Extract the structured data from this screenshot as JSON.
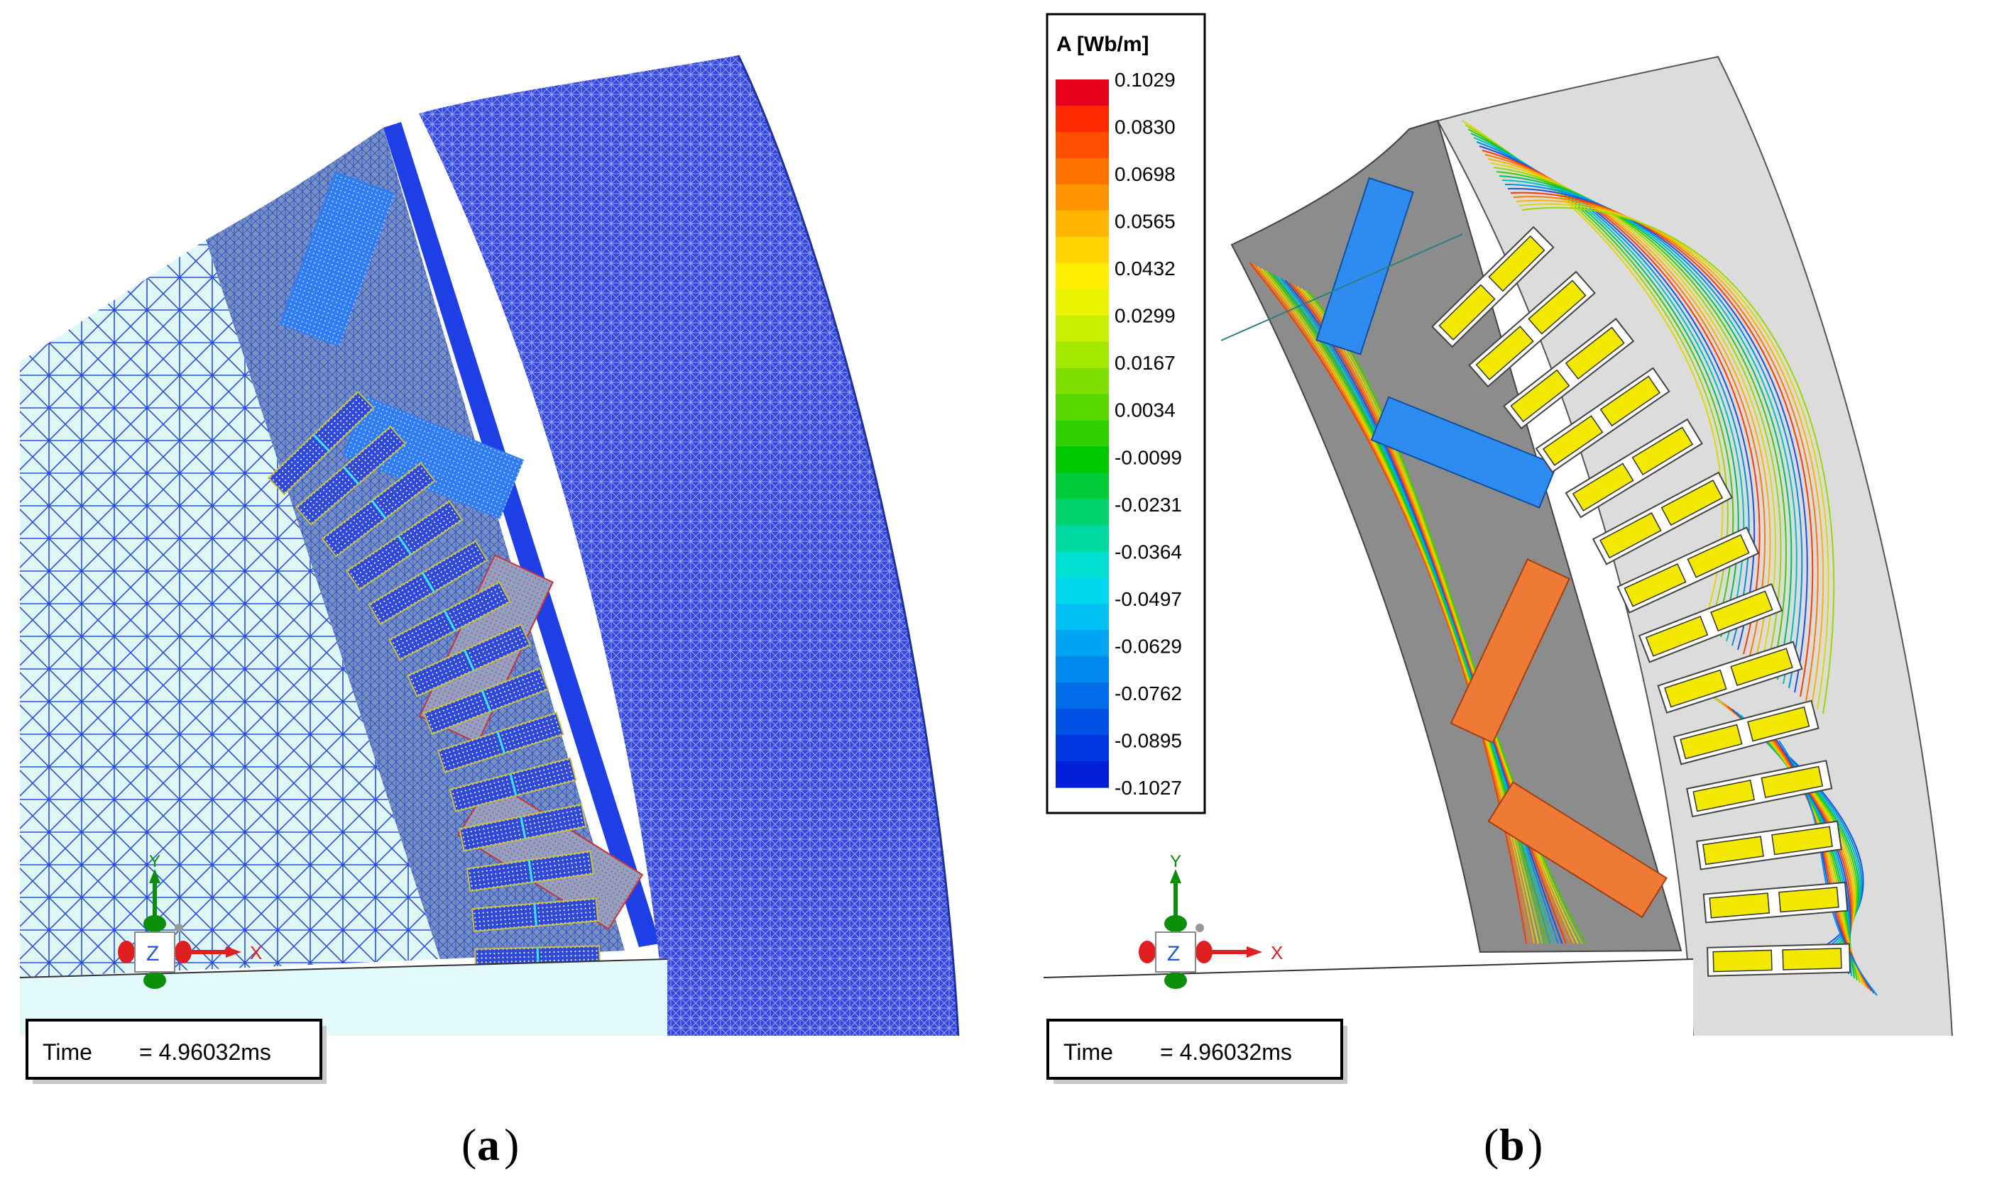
{
  "panel_a": {
    "caption_letter": "a",
    "time_label": "Time",
    "time_value": "=  4.96032ms",
    "axis_y": "Y",
    "axis_x": "X",
    "axis_z": "Z"
  },
  "panel_b": {
    "caption_letter": "b",
    "time_label": "Time",
    "time_value": "=  4.96032ms",
    "axis_y": "Y",
    "axis_x": "X",
    "axis_z": "Z",
    "legend": {
      "title": "A [Wb/m]",
      "ticks": [
        "0.1029",
        "0.0830",
        "0.0698",
        "0.0565",
        "0.0432",
        "0.0299",
        "0.0167",
        "0.0034",
        "-0.0099",
        "-0.0231",
        "-0.0364",
        "-0.0497",
        "-0.0629",
        "-0.0762",
        "-0.0895",
        "-0.1027"
      ],
      "colors": [
        "#e8001a",
        "#ff2a00",
        "#ff4e00",
        "#ff7200",
        "#ff9400",
        "#ffb400",
        "#ffd400",
        "#ffee00",
        "#eaf200",
        "#c8ee00",
        "#a4e800",
        "#7ee000",
        "#58d800",
        "#2ed000",
        "#00c800",
        "#00cc3a",
        "#00d26e",
        "#00d8a2",
        "#00e0d2",
        "#00d8f0",
        "#00c0f4",
        "#00a4f2",
        "#0088ee",
        "#006cea",
        "#0050e6",
        "#0036e0",
        "#001ed8"
      ]
    }
  },
  "colors": {
    "mesh_blue": "#1f3cd8",
    "rotor_fill": "#b8ecec",
    "steel_fill": "#7f9ec0",
    "stator_fill": "#3a56e0",
    "slot_yellow": "#ffee00",
    "gray_rotor": "#8c8c8c",
    "gray_stator": "#dcdcdc"
  }
}
